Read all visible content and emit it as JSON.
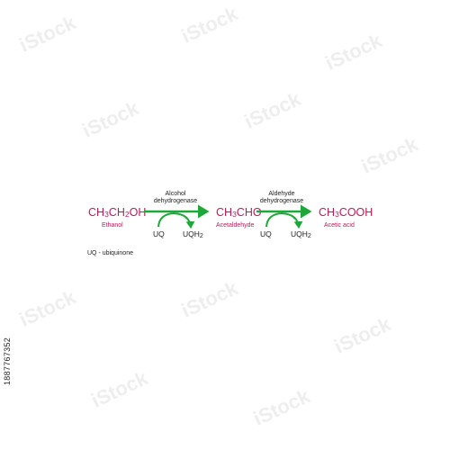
{
  "compounds": [
    {
      "name": "Ethanol",
      "formula_parts": [
        "CH",
        "3",
        "CH",
        "2",
        "OH"
      ]
    },
    {
      "name": "Acetaldehyde",
      "formula_parts": [
        "CH",
        "3",
        "CHO"
      ]
    },
    {
      "name": "Acetic acid",
      "formula_parts": [
        "CH",
        "3",
        "COOH"
      ]
    }
  ],
  "reactions": [
    {
      "enzyme_line1": "Alcohol",
      "enzyme_line2": "dehydrogenase",
      "cofactor_in": "UQ",
      "cofactor_out_base": "UQH",
      "cofactor_out_sub": "2"
    },
    {
      "enzyme_line1": "Aldehyde",
      "enzyme_line2": "dehydrogenase",
      "cofactor_in": "UQ",
      "cofactor_out_base": "UQH",
      "cofactor_out_sub": "2"
    }
  ],
  "legend_note": "UQ - ubiquinone",
  "stock_id": "1887767352",
  "watermark_text": "iStock",
  "colors": {
    "compound": "#c2185b",
    "arrow": "#1fa83a",
    "text": "#222222"
  }
}
